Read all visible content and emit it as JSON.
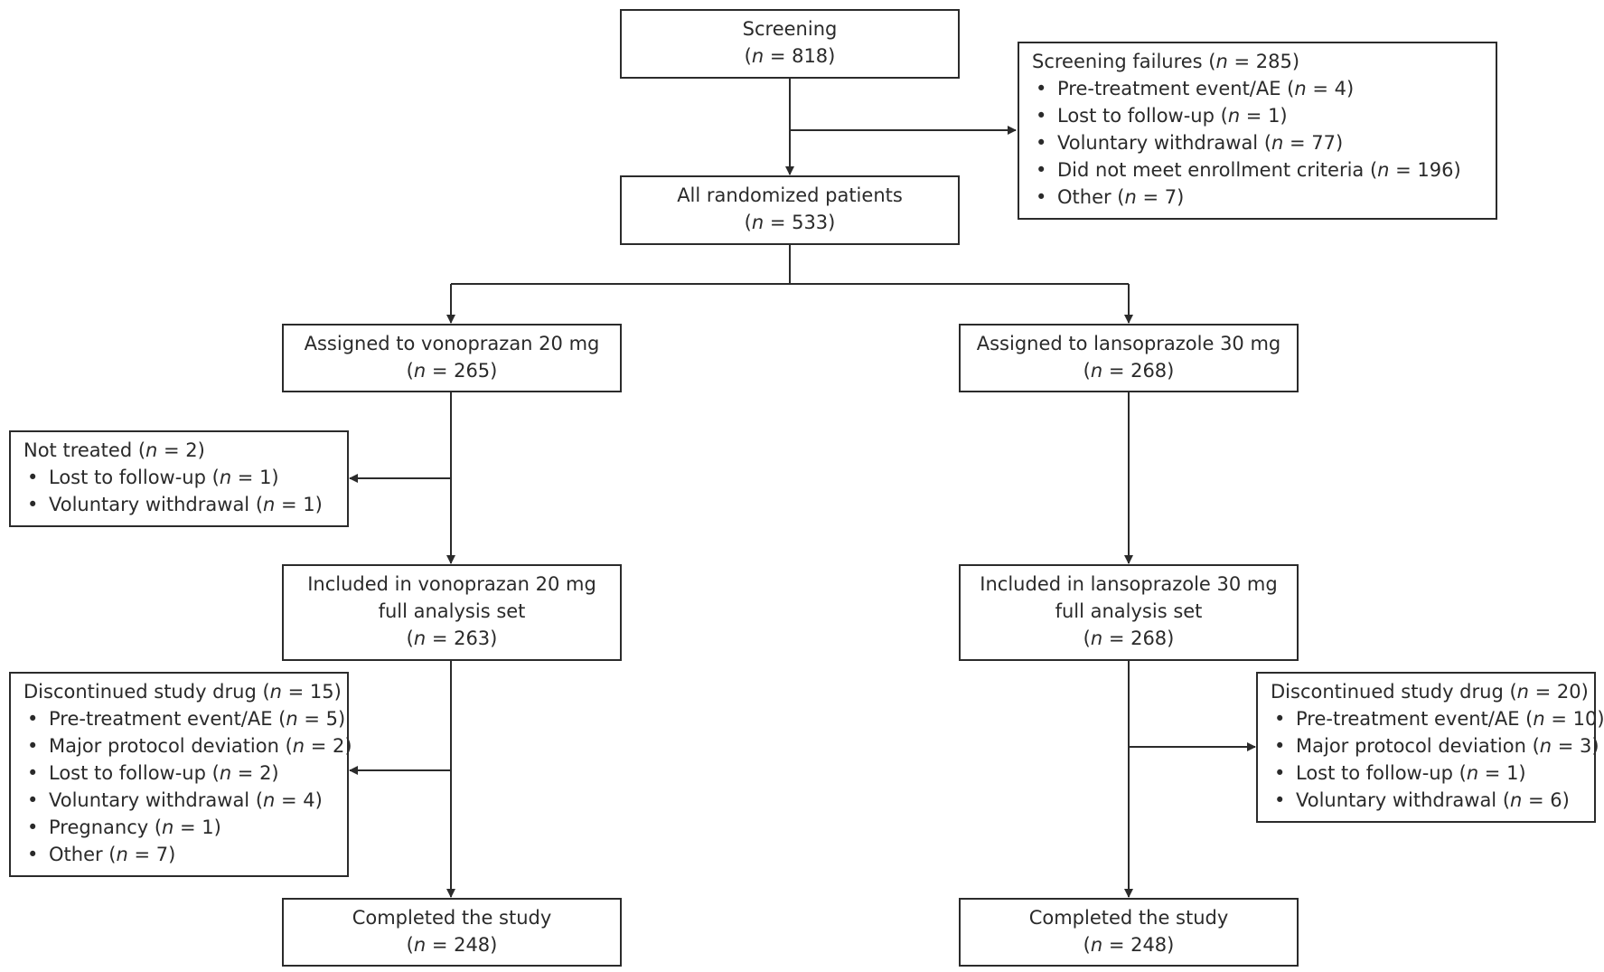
{
  "screening": {
    "title": "Screening",
    "n_prefix": "(",
    "n_var": "n",
    "n_value": " = 818)"
  },
  "screening_failures": {
    "title": "Screening failures (",
    "n_var": "n",
    "n_value": " = 285)",
    "items": [
      {
        "label": "Pre-treatment event/AE (",
        "n_var": "n",
        "n_value": " = 4)"
      },
      {
        "label": "Lost to follow-up (",
        "n_var": "n",
        "n_value": " = 1)"
      },
      {
        "label": "Voluntary withdrawal (",
        "n_var": "n",
        "n_value": " = 77)"
      },
      {
        "label": "Did not meet enrollment criteria (",
        "n_var": "n",
        "n_value": " = 196)"
      },
      {
        "label": "Other (",
        "n_var": "n",
        "n_value": " = 7)"
      }
    ]
  },
  "randomized": {
    "title": "All randomized patients",
    "n_prefix": "(",
    "n_var": "n",
    "n_value": " = 533)"
  },
  "assigned_vonoprazan": {
    "title": "Assigned to vonoprazan 20 mg",
    "n_prefix": "(",
    "n_var": "n",
    "n_value": " = 265)"
  },
  "assigned_lansoprazole": {
    "title": "Assigned to lansoprazole 30 mg",
    "n_prefix": "(",
    "n_var": "n",
    "n_value": " = 268)"
  },
  "not_treated": {
    "title": "Not treated (",
    "n_var": "n",
    "n_value": " = 2)",
    "items": [
      {
        "label": "Lost to follow-up (",
        "n_var": "n",
        "n_value": " = 1)"
      },
      {
        "label": "Voluntary withdrawal (",
        "n_var": "n",
        "n_value": " = 1)"
      }
    ]
  },
  "fas_vonoprazan": {
    "title": "Included in vonoprazan 20 mg",
    "subtitle": "full analysis set",
    "n_prefix": "(",
    "n_var": "n",
    "n_value": " = 263)"
  },
  "fas_lansoprazole": {
    "title": "Included in lansoprazole 30 mg",
    "subtitle": "full analysis set",
    "n_prefix": "(",
    "n_var": "n",
    "n_value": " = 268)"
  },
  "discontinued_vonoprazan": {
    "title": "Discontinued study drug (",
    "n_var": "n",
    "n_value": " = 15)",
    "items": [
      {
        "label": "Pre-treatment event/AE (",
        "n_var": "n",
        "n_value": " = 5)"
      },
      {
        "label": "Major protocol deviation (",
        "n_var": "n",
        "n_value": " = 2)"
      },
      {
        "label": "Lost to follow-up (",
        "n_var": "n",
        "n_value": " = 2)"
      },
      {
        "label": "Voluntary withdrawal (",
        "n_var": "n",
        "n_value": " = 4)"
      },
      {
        "label": "Pregnancy (",
        "n_var": "n",
        "n_value": " = 1)"
      },
      {
        "label": "Other (",
        "n_var": "n",
        "n_value": " = 7)"
      }
    ]
  },
  "discontinued_lansoprazole": {
    "title": "Discontinued study drug (",
    "n_var": "n",
    "n_value": " = 20)",
    "items": [
      {
        "label": "Pre-treatment event/AE (",
        "n_var": "n",
        "n_value": " = 10)"
      },
      {
        "label": "Major protocol deviation (",
        "n_var": "n",
        "n_value": " = 3)"
      },
      {
        "label": "Lost to follow-up (",
        "n_var": "n",
        "n_value": " = 1)"
      },
      {
        "label": "Voluntary withdrawal (",
        "n_var": "n",
        "n_value": " = 6)"
      }
    ]
  },
  "completed_vonoprazan": {
    "title": "Completed the study",
    "n_prefix": "(",
    "n_var": "n",
    "n_value": " = 248)"
  },
  "completed_lansoprazole": {
    "title": "Completed the study",
    "n_prefix": "(",
    "n_var": "n",
    "n_value": " = 248)"
  },
  "bullet": "•",
  "line_color": "#2b2b2b"
}
